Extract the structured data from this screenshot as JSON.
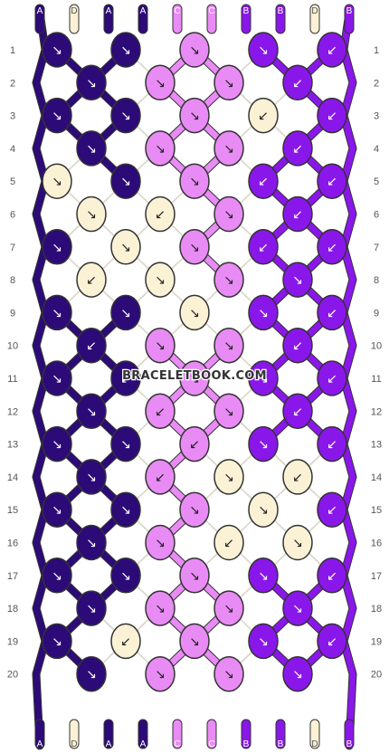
{
  "colors": {
    "A": "#2c0a78",
    "B": "#8a17ea",
    "C": "#e98bf5",
    "D": "#fbf2d6"
  },
  "strands_top": [
    "A",
    "D",
    "A",
    "A",
    "C",
    "C",
    "B",
    "B",
    "D",
    "B"
  ],
  "strands_bottom": [
    "A",
    "D",
    "A",
    "A",
    "C",
    "C",
    "B",
    "B",
    "D",
    "B"
  ],
  "rows": [
    "1",
    "2",
    "3",
    "4",
    "5",
    "6",
    "7",
    "8",
    "9",
    "10",
    "11",
    "12",
    "13",
    "14",
    "15",
    "16",
    "17",
    "18",
    "19",
    "20"
  ],
  "knots": [
    [
      [
        "A",
        "↘"
      ],
      [
        "A",
        "↘"
      ],
      [
        "C",
        "↙↘"
      ],
      [
        "B",
        "↙↘"
      ],
      [
        "B",
        "↙"
      ]
    ],
    [
      [
        "A",
        "↘"
      ],
      [
        "C",
        "↙↘"
      ],
      [
        "C",
        "↙↘"
      ],
      [
        "B",
        "↙"
      ]
    ],
    [
      [
        "A",
        "↘"
      ],
      [
        "A",
        "↘"
      ],
      [
        "C",
        "↘"
      ],
      [
        "D",
        "↙"
      ],
      [
        "B",
        "↙"
      ]
    ],
    [
      [
        "A",
        "↘"
      ],
      [
        "C",
        "↙↘"
      ],
      [
        "C",
        "↘"
      ],
      [
        "B",
        "↙"
      ]
    ],
    [
      [
        "D",
        "↙↘"
      ],
      [
        "A",
        "↘"
      ],
      [
        "C",
        "↘"
      ],
      [
        "B",
        "↙"
      ],
      [
        "B",
        "↙"
      ]
    ],
    [
      [
        "D",
        "↘"
      ],
      [
        "D",
        "↙"
      ],
      [
        "C",
        "↙↘"
      ],
      [
        "B",
        "↙"
      ]
    ],
    [
      [
        "A",
        "↘"
      ],
      [
        "D",
        "↙↘"
      ],
      [
        "C",
        "↙↘"
      ],
      [
        "B",
        "↙"
      ],
      [
        "B",
        "↙"
      ]
    ],
    [
      [
        "D",
        "↙"
      ],
      [
        "D",
        "↘"
      ],
      [
        "C",
        "↙↘"
      ],
      [
        "B",
        "↙↘"
      ]
    ],
    [
      [
        "A",
        "↘"
      ],
      [
        "A",
        "↘"
      ],
      [
        "D",
        "↘"
      ],
      [
        "B",
        "↘"
      ],
      [
        "B",
        "↙"
      ]
    ],
    [
      [
        "A",
        "↙"
      ],
      [
        "C",
        "↙↘"
      ],
      [
        "C",
        "↙↘"
      ],
      [
        "B",
        "↙"
      ]
    ],
    [
      [
        "A",
        "↘"
      ],
      [
        "A",
        "↙"
      ],
      [
        "C",
        "↘"
      ],
      [
        "B",
        "↙↘"
      ],
      [
        "B",
        "↙"
      ]
    ],
    [
      [
        "A",
        "↘"
      ],
      [
        "C",
        "↙"
      ],
      [
        "C",
        "↙↘"
      ],
      [
        "B",
        "↙"
      ]
    ],
    [
      [
        "A",
        "↘"
      ],
      [
        "A",
        "↘"
      ],
      [
        "C",
        "↙"
      ],
      [
        "B",
        "↘"
      ],
      [
        "B",
        "↙"
      ]
    ],
    [
      [
        "A",
        "↘"
      ],
      [
        "C",
        "↙"
      ],
      [
        "D",
        "↘"
      ],
      [
        "D",
        "↙"
      ]
    ],
    [
      [
        "A",
        "↘"
      ],
      [
        "A",
        "↘"
      ],
      [
        "C",
        "↙↘"
      ],
      [
        "D",
        "↘"
      ],
      [
        "B",
        "↙"
      ]
    ],
    [
      [
        "A",
        "↘"
      ],
      [
        "C",
        "↙↘"
      ],
      [
        "D",
        "↙"
      ],
      [
        "D",
        "↘"
      ]
    ],
    [
      [
        "A",
        "↘"
      ],
      [
        "A",
        "↘"
      ],
      [
        "C",
        "↘"
      ],
      [
        "B",
        "↙↘"
      ],
      [
        "B",
        "↙"
      ]
    ],
    [
      [
        "A",
        "↘"
      ],
      [
        "C",
        "↙↘"
      ],
      [
        "C",
        "↙↘"
      ],
      [
        "B",
        "↙↘"
      ]
    ],
    [
      [
        "A",
        "↘"
      ],
      [
        "D",
        "↙"
      ],
      [
        "C",
        "↘"
      ],
      [
        "B",
        "↙↘"
      ],
      [
        "B",
        "↙"
      ]
    ],
    [
      [
        "A",
        "↘"
      ],
      [
        "C",
        "↙↘"
      ],
      [
        "C",
        "↙↘"
      ],
      [
        "B",
        "↙↘"
      ]
    ]
  ],
  "watermark": "BRACELETBOOK.COM"
}
